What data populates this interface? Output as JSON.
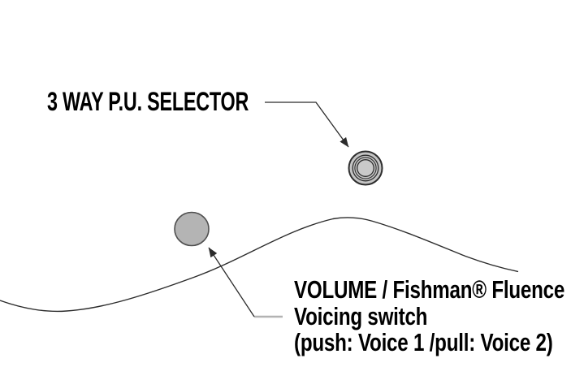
{
  "diagram": {
    "subject": "guitar-controls-diagram",
    "labels": {
      "selector": "3 WAY P.U. SELECTOR",
      "volume_line1": "VOLUME / Fishman® Fluence",
      "volume_line2": "Voicing switch",
      "volume_line3": "(push: Voice 1 /pull: Voice 2)"
    },
    "icons": {
      "arrowhead": "filled-triangle-pointer",
      "pickup_selector_switch": "concentric-circles-knob",
      "volume_knob": "gray-circle-knob"
    },
    "colors": {
      "background": "#ffffff",
      "text": "#000000",
      "line": "#2b2b2b",
      "leader_stub_gray": "#b3b3b3",
      "switch_fill": "#c4c4c4",
      "switch_inner_fill": "#cacaca",
      "switch_ring": "#2e2e2e",
      "knob_fill": "#b4b4b4",
      "knob_stroke": "#4f4f4f"
    }
  }
}
